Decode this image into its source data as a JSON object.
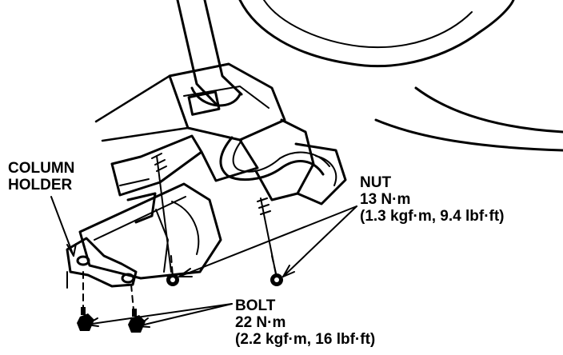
{
  "labels": {
    "column_holder": [
      "COLUMN",
      "HOLDER"
    ],
    "nut": {
      "name": "NUT",
      "torque": "13 N·m",
      "torque_alt": "(1.3 kgf·m, 9.4 lbf·ft)"
    },
    "bolt": {
      "name": "BOLT",
      "torque": "22 N·m",
      "torque_alt": "(2.2 kgf·m, 16 lbf·ft)"
    }
  },
  "colors": {
    "ink": "#000000",
    "paper": "#ffffff"
  }
}
